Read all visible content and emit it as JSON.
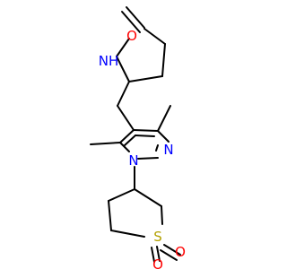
{
  "molecule": {
    "colors": {
      "bond": "#000000",
      "oxygen": "#ff0000",
      "nitrogen": "#0000ff",
      "sulfur": "#b2a000",
      "background": "#ffffff"
    },
    "labels": {
      "carbonyl_oxygen": "O",
      "lactam_nh": "NH",
      "pyrazole_n2": "N",
      "pyrazole_n1": "N",
      "sulfone_s": "S",
      "sulfone_o1": "O",
      "sulfone_o2": "O"
    }
  }
}
